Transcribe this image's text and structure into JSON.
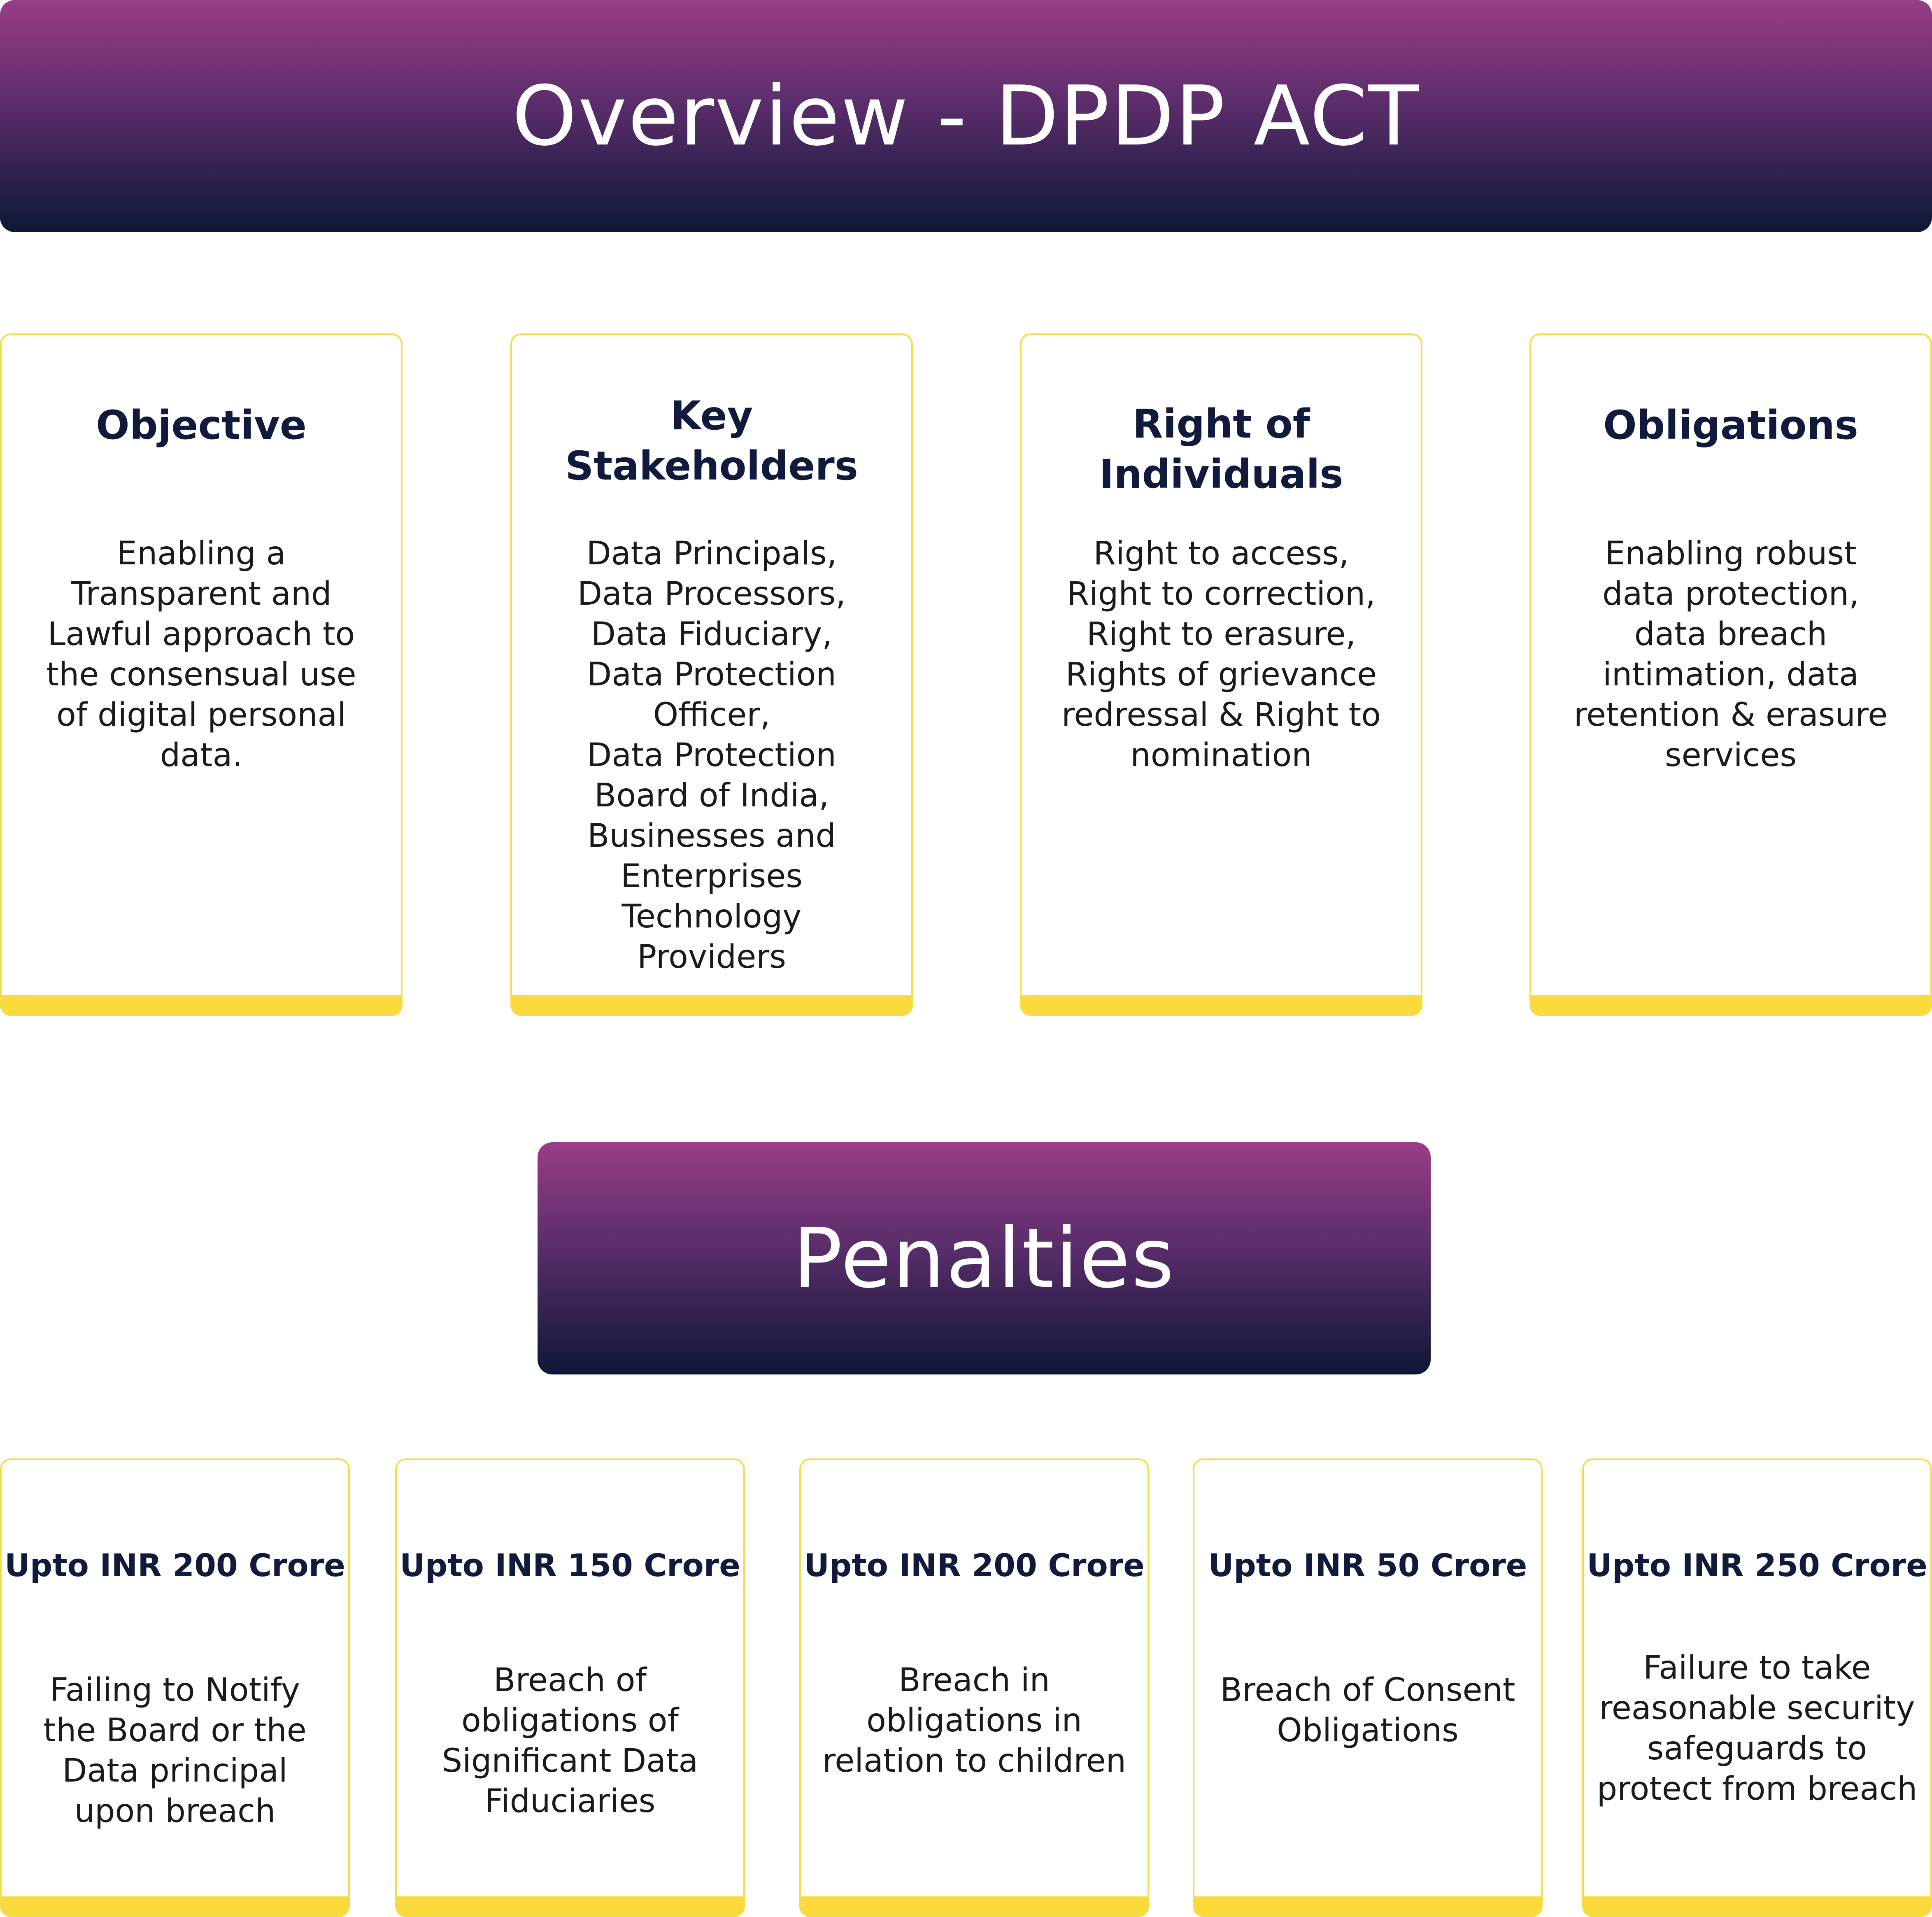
{
  "overview": {
    "title": "Overview - DPDP ACT",
    "cards": [
      {
        "title": "Objective",
        "body": "Enabling a\nTransparent and\nLawful approach to\nthe consensual use\nof digital personal\ndata."
      },
      {
        "title": "Key\nStakeholders",
        "body": "Data Principals,\nData Processors,\nData Fiduciary,\nData Protection\nOfficer,\nData Protection\nBoard of India,\nBusinesses and\nEnterprises\nTechnology\nProviders"
      },
      {
        "title": "Right of\nIndividuals",
        "body": "Right to access,\nRight to correction,\nRight to erasure,\nRights of grievance\nredressal & Right to\nnomination"
      },
      {
        "title": "Obligations",
        "body": "Enabling robust\ndata protection,\ndata breach\nintimation, data\nretention & erasure\nservices"
      }
    ]
  },
  "penalties": {
    "title": "Penalties",
    "cards": [
      {
        "amount": "Upto INR 200 Crore",
        "description": "Failing to Notify\nthe Board or the\nData principal\nupon breach"
      },
      {
        "amount": "Upto INR 150 Crore",
        "description": "Breach of\nobligations of\nSignificant Data\nFiduciaries"
      },
      {
        "amount": "Upto INR 200 Crore",
        "description": "Breach in\nobligations in\nrelation to children"
      },
      {
        "amount": "Upto INR 50 Crore",
        "description": "Breach of Consent\nObligations"
      },
      {
        "amount": "Upto INR 250 Crore",
        "description": "Failure to take\nreasonable security\nsafeguards to\nprotect from breach"
      }
    ]
  },
  "colors": {
    "banner_top": "#993d87",
    "banner_bottom": "#0e1736",
    "card_border": "#f6dc4a",
    "card_accent": "#fad93b",
    "title_text": "#0f1a3c"
  }
}
